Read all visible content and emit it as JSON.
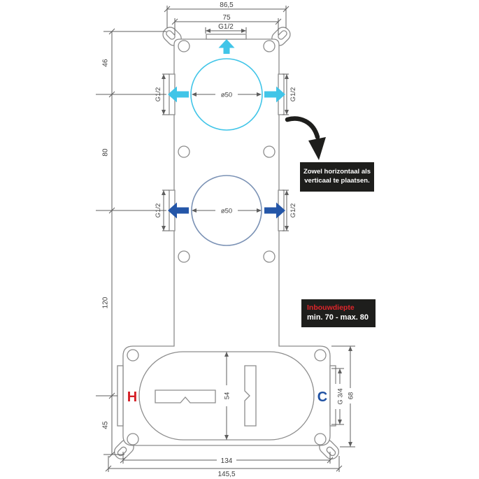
{
  "figure": {
    "type": "technical-drawing",
    "subject": "concealed-valve-in-wall-unit-dimensions",
    "labels": {
      "dim_top_outer": "86,5",
      "dim_top_inner": "75",
      "g12": "G1/2",
      "dia50": "ø50",
      "dim_46": "46",
      "dim_80": "80",
      "dim_120": "120",
      "dim_45": "45",
      "dim_54": "54",
      "g34": "G 3/4",
      "dim_68": "68",
      "dim_134": "134",
      "dim_145_5": "145,5",
      "hot": "H",
      "cold": "C"
    },
    "callout_placement": {
      "line1": "Zowel horizontaal als",
      "line2": "verticaal te plaatsen."
    },
    "callout_depth": {
      "title": "Inbouwdiepte",
      "range": "min. 70 - max. 80"
    },
    "colors": {
      "cyan": "#41c5e8",
      "blue": "#2456a8",
      "circle2_stroke": "#7b92b5",
      "hot_red": "#d51f26",
      "cold_blue": "#2052a3",
      "box_bg": "#1e1e1c",
      "outline": "#8c8c8c",
      "dimension": "#5f5f5f"
    }
  }
}
